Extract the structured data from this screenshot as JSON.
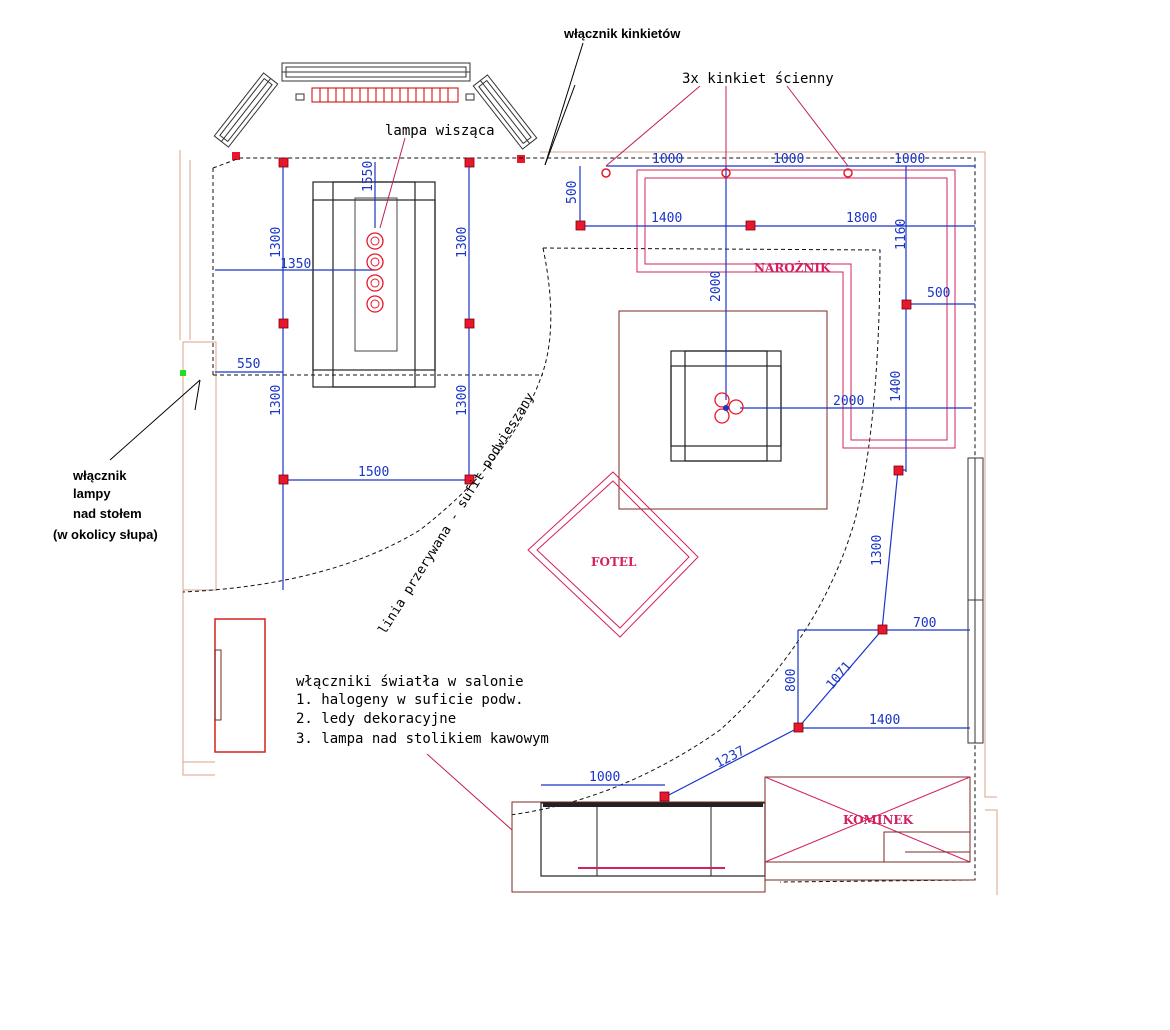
{
  "labels": {
    "switch_sconces": "włącznik kinkietów",
    "wall_sconces": "3x kinkiet ścienny",
    "hanging_lamp": "lampa wisząca",
    "corner_sofa": "NAROŻNIK",
    "armchair": "FOTEL",
    "fireplace": "KOMINEK",
    "dashed_line": "linia przerywana - sufit podwieszany",
    "table_switch": [
      "włącznik",
      "lampy",
      "nad stołem",
      "(w okolicy słupa)"
    ],
    "salon_switches": [
      "włączniki światła w salonie",
      "1. halogeny w suficie podw.",
      "2. ledy dekoracyjne",
      "3. lampa nad stolikiem kawowym"
    ]
  },
  "dimensions": {
    "top_1000_a": "1000",
    "top_1000_b": "1000",
    "top_1000_c": "1000",
    "left_500": "500",
    "mid_1400": "1400",
    "mid_1800": "1800",
    "right_1160": "1160",
    "table_1550": "1550",
    "left_1300_a": "1300",
    "right_1300_a": "1300",
    "left_1350": "1350",
    "center_2000_v": "2000",
    "right_500": "500",
    "left_550": "550",
    "left_1300_b": "1300",
    "right_1300_b": "1300",
    "center_2000_h": "2000",
    "right_1400_v": "1400",
    "bottom_1500": "1500",
    "right_1300_c": "1300",
    "right_700": "700",
    "diag_800": "800",
    "diag_1071": "1071",
    "bottom_1400": "1400",
    "diag_1237": "1237",
    "bottom_1000": "1000"
  },
  "colors": {
    "dimension": "#1a35c8",
    "fixture": "#e8182c",
    "furniture_label": "#d42060",
    "wall": "#d9a58a"
  }
}
